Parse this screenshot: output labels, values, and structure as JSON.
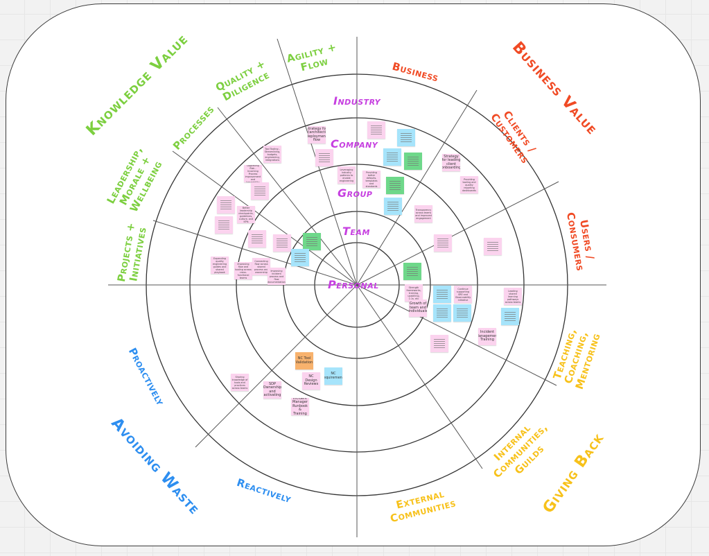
{
  "board": {
    "colors": {
      "knowledge": "#7ccf3f",
      "business": "#f04a24",
      "scope": "#c63fe0",
      "waste": "#2d8ef0",
      "giving": "#f7c11a"
    },
    "quadrants": {
      "knowledge_value": "Knowledge Value",
      "business_value": "Business Value",
      "avoiding_waste": "Avoiding Waste",
      "giving_back": "Giving Back"
    },
    "sectors": {
      "agility_flow": [
        "Agility +",
        "Flow"
      ],
      "quality_diligence": [
        "Quality +",
        "Diligence"
      ],
      "processes": "Processes",
      "leadership": [
        "Leadership,",
        "Morale +",
        "Wellbeing"
      ],
      "projects": [
        "Projects +",
        "Initiatives"
      ],
      "business": "Business",
      "clients": [
        "Clients /",
        "Customers"
      ],
      "users": [
        "Users /",
        "Consumers"
      ],
      "proactively": "Proactively",
      "reactively": "Reactively",
      "external": [
        "External",
        "Communities"
      ],
      "internal": [
        "Internal",
        "Communities,",
        "Guilds"
      ],
      "teaching": [
        "Teaching,",
        "Coaching,",
        "Mentoring"
      ]
    },
    "rings": [
      "Industry",
      "Company",
      "Group",
      "Team",
      "Personal"
    ]
  },
  "notes": [
    {
      "color": "pink",
      "text": "Strategy for (re)architecting deployment flow"
    },
    {
      "color": "pink",
      "text": ""
    },
    {
      "color": "pink",
      "text": "Tool Tooling - Streamlining, budgets, engineering, integrations"
    },
    {
      "color": "pink",
      "text": "Upgrading Risk - Incoming Process improvement and traceability"
    },
    {
      "color": "pink",
      "text": ""
    },
    {
      "color": "pink",
      "text": ""
    },
    {
      "color": "pink",
      "text": "Better leadership checkpoints, guidelines, culture, and KPIs"
    },
    {
      "color": "pink",
      "text": ""
    },
    {
      "color": "pink",
      "text": ""
    },
    {
      "color": "pink",
      "text": ""
    },
    {
      "color": "green",
      "text": ""
    },
    {
      "color": "blue",
      "text": ""
    },
    {
      "color": "pink",
      "text": "Expanding quality engineering guides and shared playbook"
    },
    {
      "color": "pink",
      "text": "Improving flow and tooling across cross-functional teams"
    },
    {
      "color": "pink",
      "text": "Connecting flow across shared process and ownership"
    },
    {
      "color": "pink",
      "text": "Improving incident process and flow documentation"
    },
    {
      "color": "pink",
      "text": ""
    },
    {
      "color": "blue",
      "text": ""
    },
    {
      "color": "blue",
      "text": ""
    },
    {
      "color": "green",
      "text": ""
    },
    {
      "color": "pink",
      "text": "Leveraging industry patterns to enable engineering"
    },
    {
      "color": "pink",
      "text": "Providing better defaults, templates and standards"
    },
    {
      "color": "green",
      "text": ""
    },
    {
      "color": "blue",
      "text": ""
    },
    {
      "color": "pink",
      "text": "Strategy for leading client onboarding"
    },
    {
      "color": "pink",
      "text": "Providing tooling and quality reporting dashboards"
    },
    {
      "color": "pink",
      "text": "Transparency across teams and improved engagement"
    },
    {
      "color": "pink",
      "text": ""
    },
    {
      "color": "pink",
      "text": ""
    },
    {
      "color": "green",
      "text": ""
    },
    {
      "color": "pink",
      "text": "Strength frameworks, training, upskilling, 1:1s, etc"
    },
    {
      "color": "pink",
      "text": "Growth of team and individuals"
    },
    {
      "color": "blue",
      "text": ""
    },
    {
      "color": "pink",
      "text": "Continue supporting SRE and Observability initiative"
    },
    {
      "color": "blue",
      "text": ""
    },
    {
      "color": "blue",
      "text": ""
    },
    {
      "color": "pink",
      "text": "Leading shared learning pathways across teams"
    },
    {
      "color": "blue",
      "text": ""
    },
    {
      "color": "pink",
      "text": "Incident Management Training"
    },
    {
      "color": "pink",
      "text": ""
    },
    {
      "color": "orange",
      "text": "NC Tool Validation"
    },
    {
      "color": "pink",
      "text": "NC Design Reviews"
    },
    {
      "color": "blue",
      "text": "NC Requirements"
    },
    {
      "color": "pink",
      "text": "Sharing knowledge of tools and practices across teams"
    },
    {
      "color": "pink",
      "text": "SDP Ownership and activating"
    },
    {
      "color": "pink",
      "text": "Incident Manager Runbook & Training"
    }
  ]
}
